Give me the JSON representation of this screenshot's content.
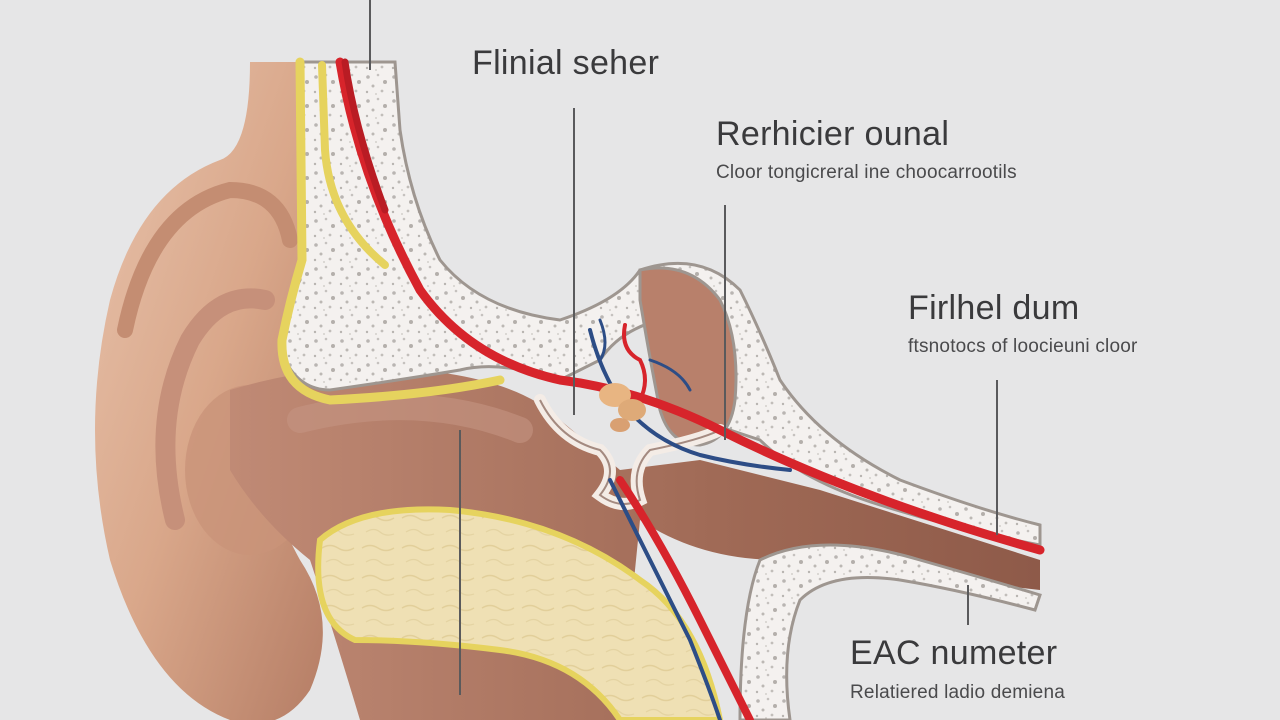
{
  "labels": {
    "l1_title": "Flinial seher",
    "l2_title": "Rerhicier ounal",
    "l2_sub": "Cloor tongicreral ine choocarrootils",
    "l3_title": "Firlhel dum",
    "l3_sub": "ftsnotocs of loocieuni cloor",
    "l4_title": "EAC numeter",
    "l4_sub": "Relatiered ladio demiena"
  },
  "colors": {
    "background": "#e6e6e7",
    "skin": "#d9a78a",
    "canal": "#9c6552",
    "bone": "#f4f1ef",
    "bone_outline": "#9e9690",
    "cartilage": "#efe0b4",
    "cartilage_rim": "#e6d35e",
    "artery": "#d7242b",
    "vein": "#2d4d86",
    "ossicle": "#e8b582",
    "leader": "#5a5a5c"
  }
}
